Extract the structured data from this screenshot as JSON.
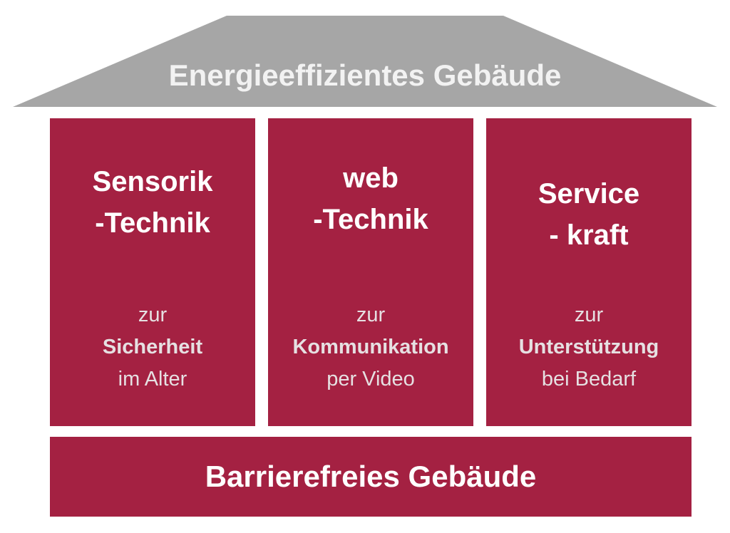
{
  "roof": {
    "title": "Energieeffizientes Gebäude",
    "color": "#a6a6a6"
  },
  "pillars": [
    {
      "title_line1": "Sensorik",
      "title_line2": "-Technik",
      "sub_line1": "zur",
      "sub_line2": "Sicherheit",
      "sub_line3": "im Alter"
    },
    {
      "title_line1": "web",
      "title_line2": "-Technik",
      "sub_line1": "zur",
      "sub_line2": "Kommunikation",
      "sub_line3": "per Video"
    },
    {
      "title_line1": "Service",
      "title_line2": "- kraft",
      "sub_line1": "zur",
      "sub_line2": "Unterstützung",
      "sub_line3": "bei Bedarf"
    }
  ],
  "foundation": {
    "title": "Barrierefreies Gebäude"
  },
  "colors": {
    "accent": "#a42142",
    "roof": "#a6a6a6",
    "text_light": "#e6e0e2"
  }
}
